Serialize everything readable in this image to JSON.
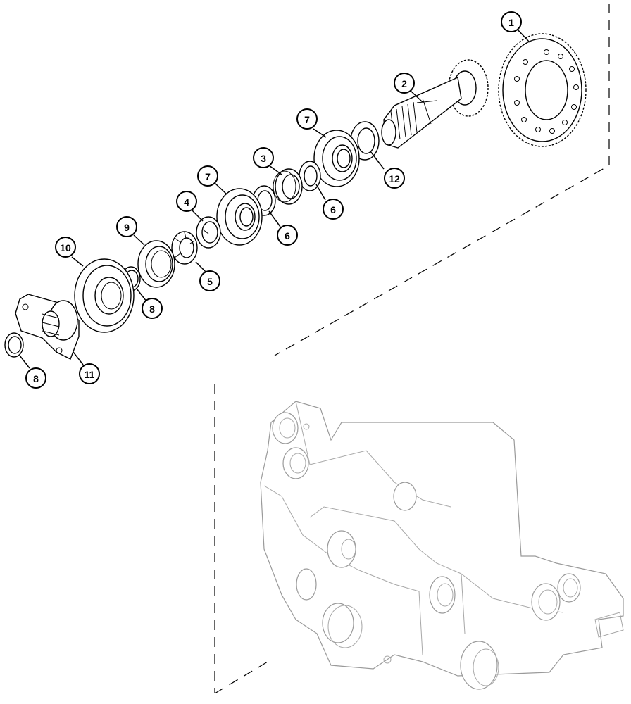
{
  "callouts": [
    {
      "id": "c1",
      "label": "1"
    },
    {
      "id": "c2",
      "label": "2"
    },
    {
      "id": "c3",
      "label": "3"
    },
    {
      "id": "c4",
      "label": "4"
    },
    {
      "id": "c5",
      "label": "5"
    },
    {
      "id": "c6a",
      "label": "6"
    },
    {
      "id": "c6b",
      "label": "6"
    },
    {
      "id": "c7a",
      "label": "7"
    },
    {
      "id": "c7b",
      "label": "7"
    },
    {
      "id": "c8a",
      "label": "8"
    },
    {
      "id": "c8b",
      "label": "8"
    },
    {
      "id": "c9",
      "label": "9"
    },
    {
      "id": "c10",
      "label": "10"
    },
    {
      "id": "c11",
      "label": "11"
    },
    {
      "id": "c12",
      "label": "12"
    }
  ]
}
